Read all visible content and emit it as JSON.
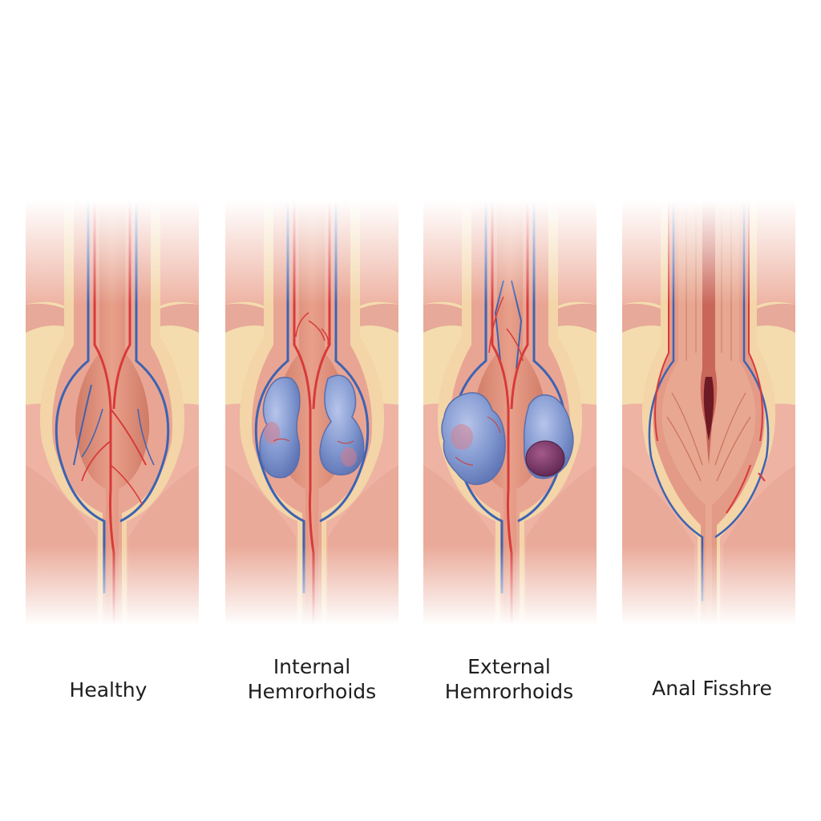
{
  "panels": [
    {
      "id": "healthy",
      "caption": "Healthy"
    },
    {
      "id": "internal",
      "caption": "Internal\nHemrorhoids"
    },
    {
      "id": "external",
      "caption": "External\nHemrorhoids"
    },
    {
      "id": "fissure",
      "caption": "Anal Fisshre"
    }
  ],
  "colors": {
    "tissue": "#eeb0a0",
    "muscle": "#e9a592",
    "fat": "#f4dcae",
    "canal": "#d98873",
    "artery": "#d83a3a",
    "vein": "#3c63b3",
    "hemorrhoid": "#8aa0d4",
    "thrombosed": "#7b3a6a"
  }
}
